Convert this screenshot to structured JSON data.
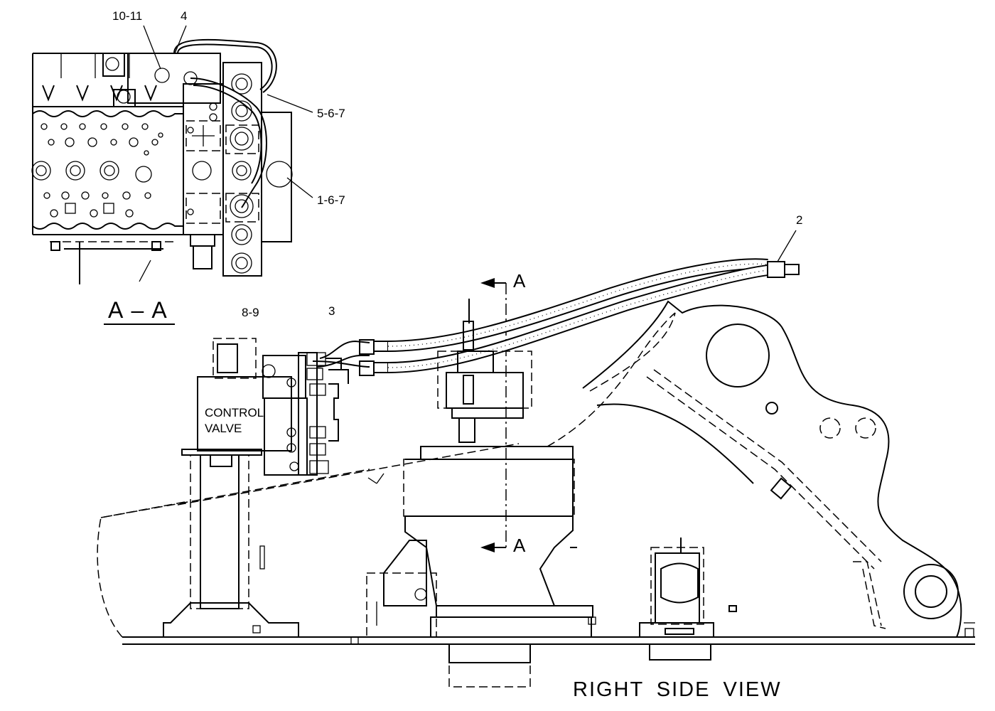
{
  "callouts": {
    "item_10_11": "10-11",
    "item_4": "4",
    "item_5_6_7": "5-6-7",
    "item_1_6_7": "1-6-7",
    "item_2": "2",
    "item_8_9": "8-9",
    "item_3": "3"
  },
  "section": {
    "title": "A – A",
    "marker_top": "A",
    "marker_bottom": "A"
  },
  "control_valve": {
    "line1": "CONTROL",
    "line2": "VALVE"
  },
  "view_title": "RIGHT  SIDE  VIEW"
}
